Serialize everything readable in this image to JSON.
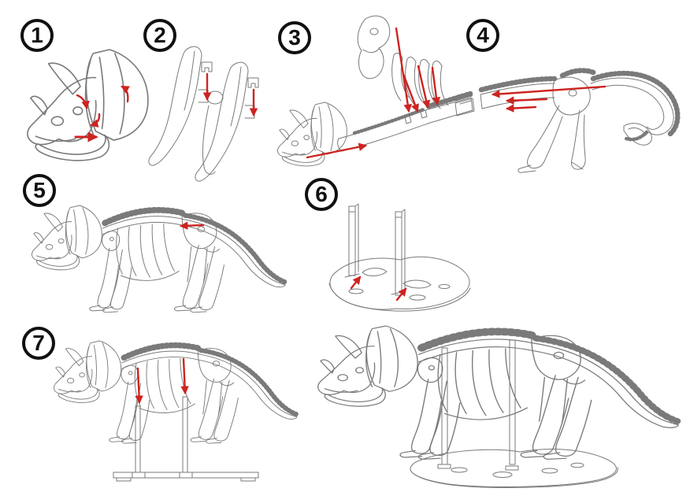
{
  "steps": [
    {
      "number": "1",
      "illustration": "skull-frill-and-jaw-assembly"
    },
    {
      "number": "2",
      "illustration": "front-leg-and-shoulder-pieces"
    },
    {
      "number": "3",
      "illustration": "attach-skull-and-ribs-to-spine"
    },
    {
      "number": "4",
      "illustration": "attach-rear-body-and-tail"
    },
    {
      "number": "5",
      "illustration": "join-front-and-rear-skeleton"
    },
    {
      "number": "6",
      "illustration": "insert-posts-into-base"
    },
    {
      "number": "7",
      "illustration": "mount-skeleton-on-stand"
    }
  ],
  "final_view": {
    "illustration": "completed-triceratops-model"
  },
  "colors": {
    "line": "#7a7a7a",
    "arrow": "#cd2420",
    "badge": "#101010",
    "bg": "#ffffff"
  }
}
